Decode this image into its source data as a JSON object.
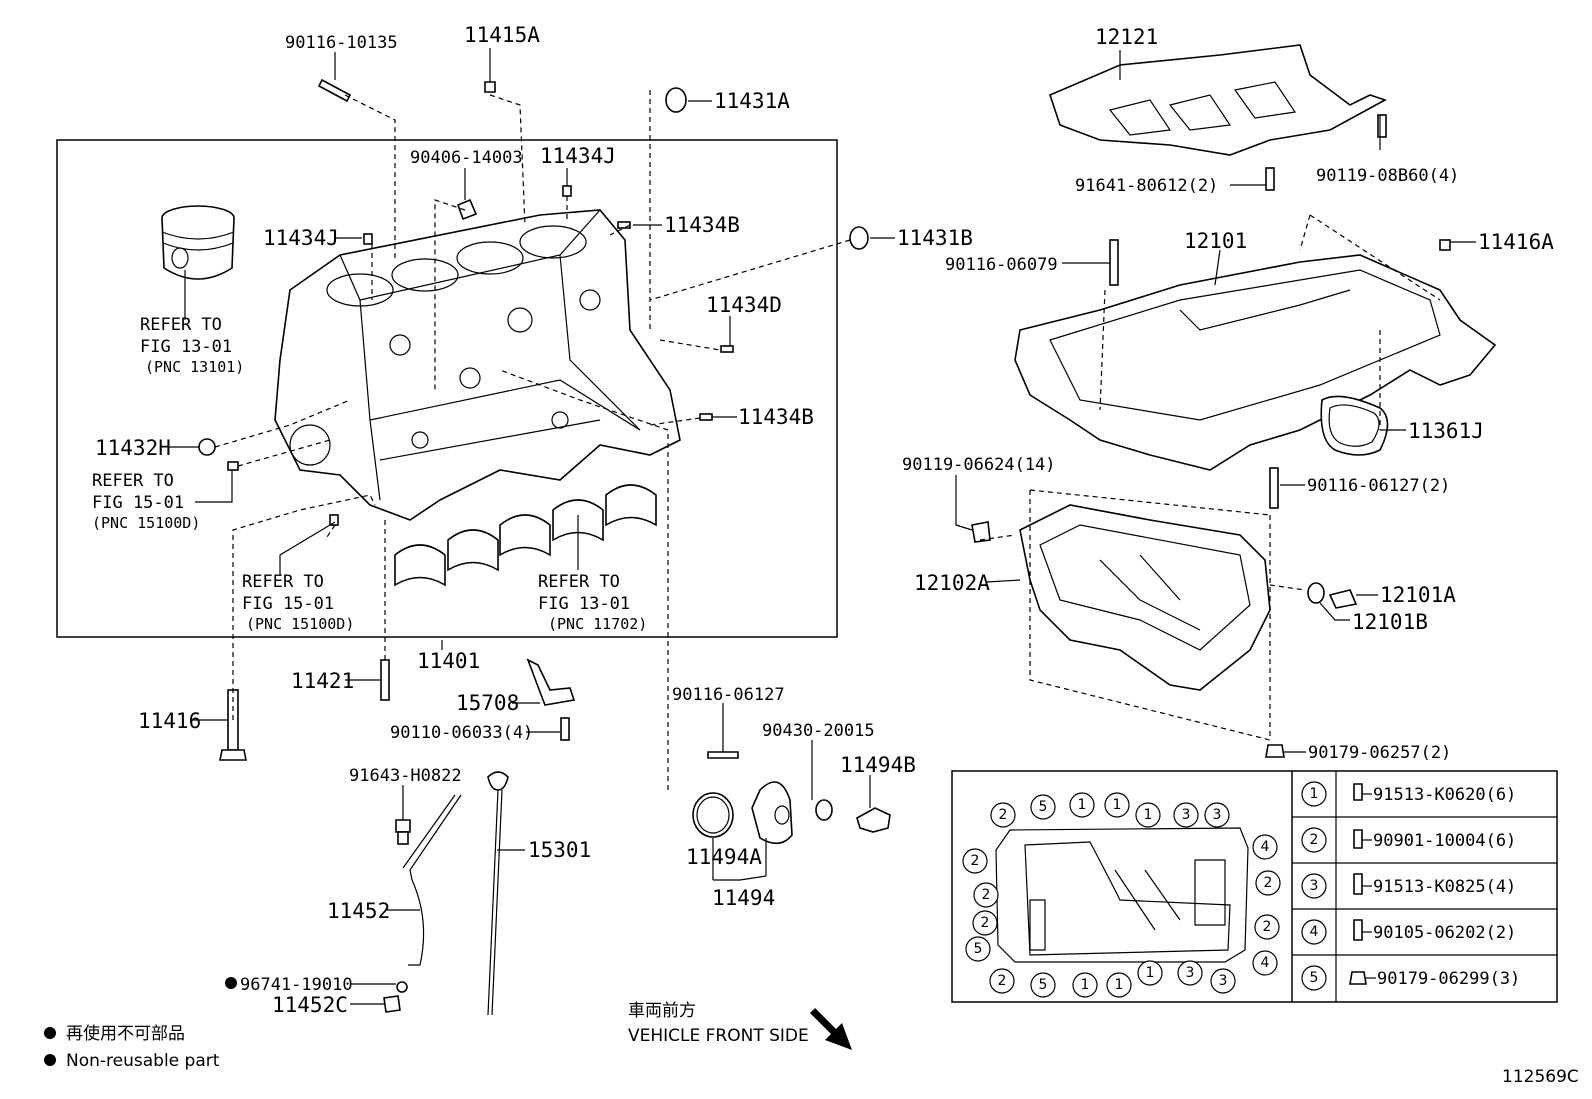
{
  "labels": {
    "p90116_10135": "90116-10135",
    "p11415A": "11415A",
    "p11431A": "11431A",
    "p90406_14003": "90406-14003",
    "p11434J_top": "11434J",
    "p11434J_left": "11434J",
    "p11434B_top": "11434B",
    "p11431B": "11431B",
    "p11434D": "11434D",
    "p11434B_mid": "11434B",
    "p11432H": "11432H",
    "p11401": "11401",
    "p11421": "11421",
    "p11416": "11416",
    "p15708": "15708",
    "p90110_06033": "90110-06033(4)",
    "p90116_06127_mid": "90116-06127",
    "p90430_20015": "90430-20015",
    "p11494B": "11494B",
    "p11494A": "11494A",
    "p11494": "11494",
    "p91643_H0822": "91643-H0822",
    "p15301": "15301",
    "p11452": "11452",
    "p96741_19010": "96741-19010",
    "p11452C": "11452C",
    "p12121": "12121",
    "p91641_80612": "91641-80612(2)",
    "p90119_08B60": "90119-08B60(4)",
    "p12101": "12101",
    "p90116_06079": "90116-06079",
    "p11416A": "11416A",
    "p11361J": "11361J",
    "p90119_06624": "90119-06624(14)",
    "p90116_06127_right": "90116-06127(2)",
    "p12102A": "12102A",
    "p12101A": "12101A",
    "p12101B": "12101B",
    "p90179_06257": "90179-06257(2)"
  },
  "refers": [
    {
      "l1": "REFER TO",
      "l2": "FIG 13-01",
      "l3": "(PNC 13101)"
    },
    {
      "l1": "REFER TO",
      "l2": "FIG 15-01",
      "l3": "(PNC 15100D)"
    },
    {
      "l1": "REFER TO",
      "l2": "FIG 15-01",
      "l3": "(PNC 15100D)"
    },
    {
      "l1": "REFER TO",
      "l2": "FIG 13-01",
      "l3": "(PNC 11702)"
    }
  ],
  "bolt_table": [
    {
      "num": "1",
      "part": "91513-K0620(6)"
    },
    {
      "num": "2",
      "part": "90901-10004(6)"
    },
    {
      "num": "3",
      "part": "91513-K0825(4)"
    },
    {
      "num": "4",
      "part": "90105-06202(2)"
    },
    {
      "num": "5",
      "part": "90179-06299(3)"
    }
  ],
  "pattern": {
    "top": [
      "2",
      "5",
      "1",
      "1",
      "1",
      "3",
      "3"
    ],
    "bottom": [
      "2",
      "5",
      "1",
      "1",
      "1",
      "3",
      "3"
    ],
    "left": [
      "2",
      "2",
      "2",
      "5"
    ],
    "right": [
      "4",
      "2",
      "2",
      "4"
    ]
  },
  "legend": {
    "jp": "再使用不可部品",
    "en": "Non-reusable part"
  },
  "front": {
    "jp": "車両前方",
    "en": "VEHICLE FRONT SIDE"
  },
  "figure_id": "112569C"
}
